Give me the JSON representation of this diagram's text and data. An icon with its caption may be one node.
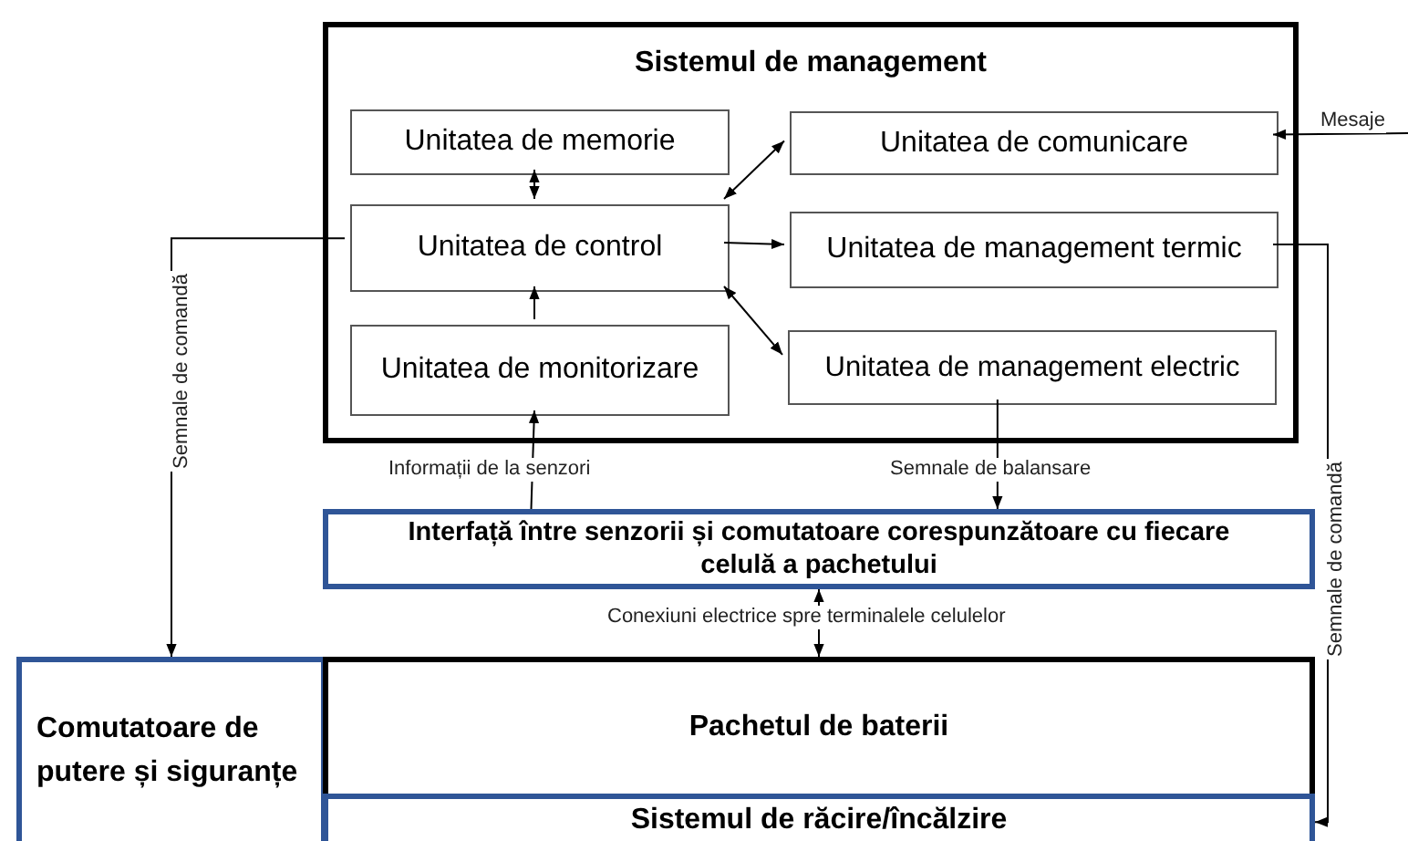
{
  "diagram": {
    "nodes": [
      {
        "text": [
          "Sistemul de management"
        ]
      },
      {
        "text": [
          "Unitatea de memorie"
        ],
        "in": 0
      },
      {
        "text": [
          "Unitatea de comunicare"
        ],
        "in": 0
      },
      {
        "text": [
          "Unitatea de control"
        ],
        "in": 0
      },
      {
        "text": [
          "Unitatea de management termic"
        ],
        "in": 0
      },
      {
        "text": [
          "Unitatea de monitorizare"
        ],
        "in": 0
      },
      {
        "text": [
          "Unitatea de management electric"
        ],
        "in": 0
      },
      {
        "text": [
          "Interfață între senzorii și comutatoare corespunzătoare cu fiecare celulă a pachetului"
        ]
      },
      {
        "text": [
          "Comutatoare de putere și siguranțe"
        ]
      },
      {
        "text": [
          "Pachetul de baterii"
        ]
      },
      {
        "text": [
          "Sistemul de răcire/încălzire"
        ]
      }
    ],
    "edges": [
      {
        "from": 1,
        "to": 3,
        "arrow": "both"
      },
      {
        "from": 3,
        "to": 2,
        "arrow": "both"
      },
      {
        "from": 3,
        "to": 4,
        "arrow": "to"
      },
      {
        "from": 3,
        "to": 6,
        "arrow": "both"
      },
      {
        "from": 5,
        "to": 3,
        "arrow": "to"
      },
      {
        "from": 7,
        "to": 5,
        "arrow": "to",
        "label": "Informații de la senzori"
      },
      {
        "from": 6,
        "to": 7,
        "arrow": "to",
        "label": "Semnale de balansare"
      },
      {
        "from": 7,
        "to": 9,
        "arrow": "both",
        "label": "Conexiuni electrice spre terminalele celulelor"
      },
      {
        "from": 3,
        "to": 8,
        "arrow": "to",
        "label": "Semnale de comandă"
      },
      {
        "from": 4,
        "to": 10,
        "arrow": "to",
        "label": "Semnale de comandă"
      },
      {
        "from": null,
        "to": 2,
        "arrow": "to",
        "label": "Mesaje"
      }
    ]
  }
}
